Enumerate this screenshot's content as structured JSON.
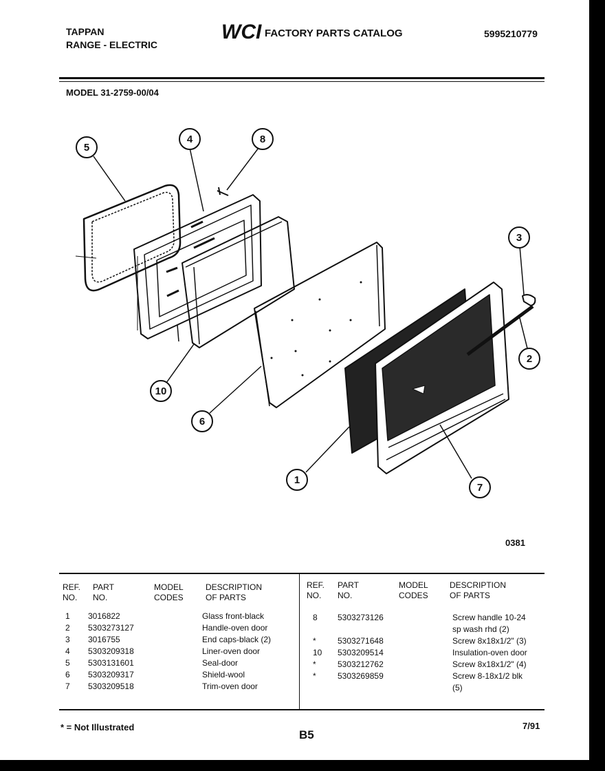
{
  "header": {
    "brand": "TAPPAN",
    "category": "RANGE - ELECTRIC",
    "logo": "WCI",
    "catalog_title": "FACTORY PARTS CATALOG",
    "doc_number": "5995210779",
    "model": "MODEL 31-2759-00/04"
  },
  "diagram": {
    "callouts": [
      "5",
      "4",
      "8",
      "3",
      "2",
      "10",
      "6",
      "1",
      "7"
    ],
    "figure_code": "0381"
  },
  "table": {
    "headers": {
      "ref": [
        "REF.",
        "NO."
      ],
      "part": [
        "PART",
        "NO."
      ],
      "model": [
        "MODEL",
        "CODES"
      ],
      "desc": [
        "DESCRIPTION",
        "OF PARTS"
      ]
    },
    "left_rows": [
      {
        "ref": "1",
        "part": "3016822",
        "desc": "Glass front-black"
      },
      {
        "ref": "2",
        "part": "5303273127",
        "desc": "Handle-oven door"
      },
      {
        "ref": "3",
        "part": "3016755",
        "desc": "End caps-black (2)"
      },
      {
        "ref": "4",
        "part": "5303209318",
        "desc": "Liner-oven door"
      },
      {
        "ref": "5",
        "part": "5303131601",
        "desc": "Seal-door"
      },
      {
        "ref": "6",
        "part": "5303209317",
        "desc": "Shield-wool"
      },
      {
        "ref": "7",
        "part": "5303209518",
        "desc": "Trim-oven door"
      }
    ],
    "right_rows": [
      {
        "ref": "8",
        "part": "5303273126",
        "desc": "Screw handle 10-24"
      },
      {
        "ref": "",
        "part": "",
        "desc": "sp wash rhd (2)"
      },
      {
        "ref": "*",
        "part": "5303271648",
        "desc": "Screw 8x18x1/2\" (3)"
      },
      {
        "ref": "10",
        "part": "5303209514",
        "desc": "Insulation-oven door"
      },
      {
        "ref": "*",
        "part": "5303212762",
        "desc": "Screw 8x18x1/2\" (4)"
      },
      {
        "ref": "*",
        "part": "5303269859",
        "desc": "Screw 8-18x1/2 blk"
      },
      {
        "ref": "",
        "part": "",
        "desc": "(5)"
      }
    ]
  },
  "footer": {
    "note": "* = Not Illustrated",
    "page_code": "B5",
    "date": "7/91"
  }
}
